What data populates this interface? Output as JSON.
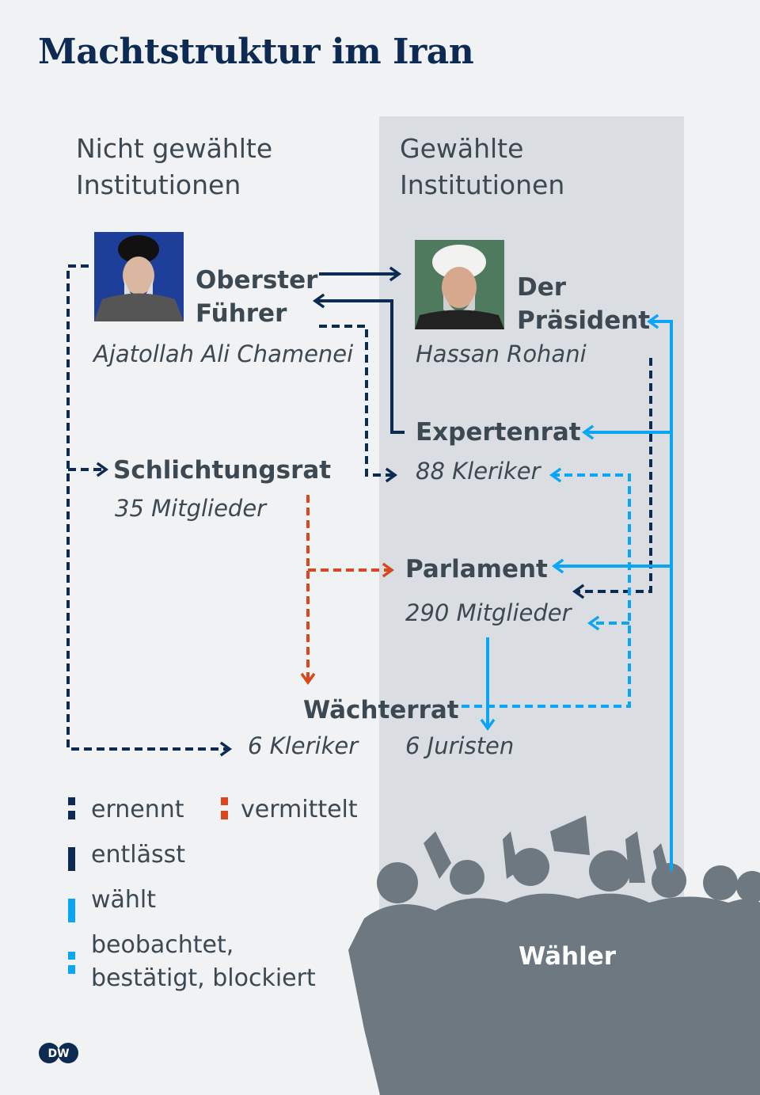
{
  "title": "Machtstruktur im Iran",
  "columns": {
    "unelected": "Nicht gewählte Institutionen",
    "unelected_l1": "Nicht gewählte",
    "unelected_l2": "Institutionen",
    "elected_l1": "Gewählte",
    "elected_l2": "Institutionen"
  },
  "nodes": {
    "leader": {
      "l1": "Oberster",
      "l2": "Führer",
      "person": "Ajatollah Ali Chamenei"
    },
    "president": {
      "l1": "Der",
      "l2": "Präsident",
      "person": "Hassan Rohani"
    },
    "experts": {
      "name": "Expertenrat",
      "members": "88 Kleriker"
    },
    "expediency": {
      "name": "Schlichtungsrat",
      "members": "35 Mitglieder"
    },
    "parliament": {
      "name": "Parlament",
      "members": "290 Mitglieder"
    },
    "guardian": {
      "name": "Wächterrat",
      "clerics": "6 Kleriker",
      "jurists": "6 Juristen"
    },
    "voters": {
      "name": "Wähler"
    }
  },
  "legend": [
    {
      "label": "ernennt",
      "color": "#0c2a52",
      "style": "dashed"
    },
    {
      "label": "vermittelt",
      "color": "#d9481c",
      "style": "dashed"
    },
    {
      "label": "entlässt",
      "color": "#0c2a52",
      "style": "solid"
    },
    {
      "label": "wählt",
      "color": "#0aa5f5",
      "style": "solid"
    },
    {
      "label": "beobachtet,",
      "label2": "bestätigt, blockiert",
      "color": "#0aa5f5",
      "style": "dashed"
    }
  ],
  "logo": "DW"
}
